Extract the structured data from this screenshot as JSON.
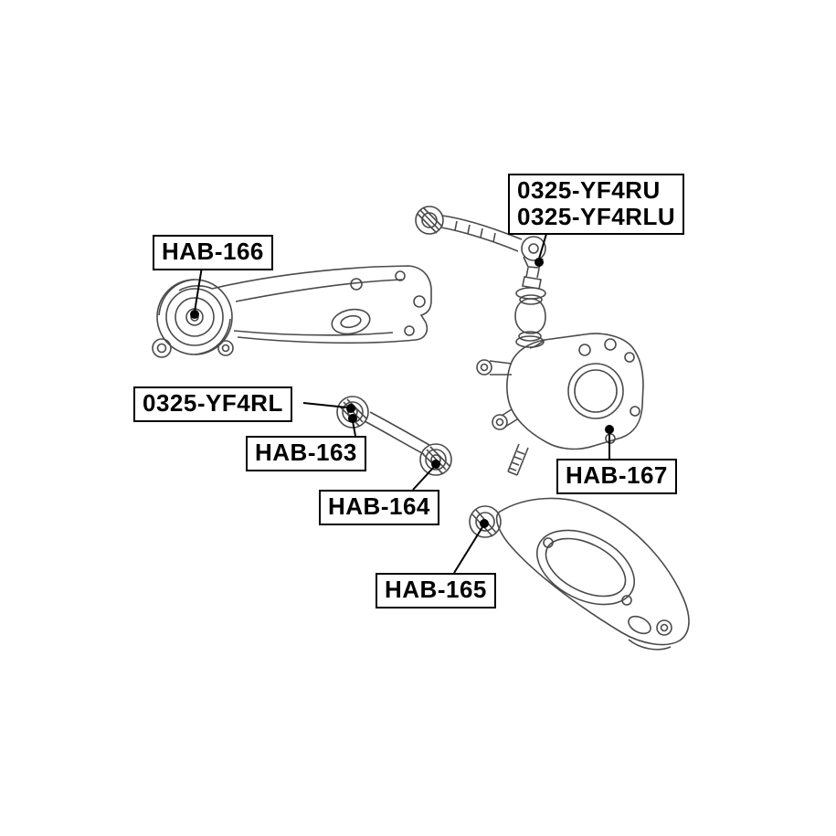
{
  "diagram": {
    "colors": {
      "background": "#ffffff",
      "label_border": "#000000",
      "label_text": "#000000",
      "line_art": "#4a4a4a",
      "leader": "#000000"
    },
    "labels": {
      "hab166": "HAB-166",
      "upper_arm_line1": "0325-YF4RU",
      "upper_arm_line2": "0325-YF4RLU",
      "yf4rl": "0325-YF4RL",
      "hab163": "HAB-163",
      "hab164": "HAB-164",
      "hab165": "HAB-165",
      "hab167": "HAB-167"
    }
  }
}
